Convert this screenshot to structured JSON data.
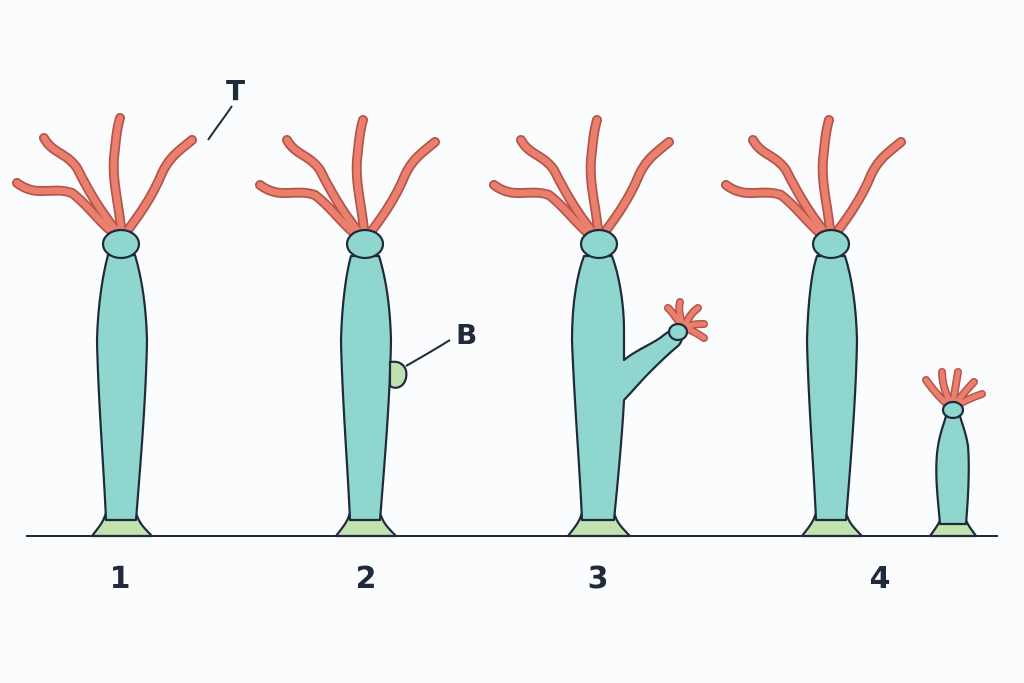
{
  "diagram": {
    "stages": [
      {
        "number": "1"
      },
      {
        "number": "2"
      },
      {
        "number": "3"
      },
      {
        "number": "4"
      }
    ],
    "callouts": {
      "tentacle_label": "T",
      "bud_label": "B"
    },
    "colors": {
      "body": "#8fd6cf",
      "tentacle_fill": "#ea7f6e",
      "tentacle_outline": "#b4544a",
      "basal_disc": "#c2e3b0",
      "bud": "#bfe0b0",
      "outline": "#1f2a3a"
    }
  }
}
